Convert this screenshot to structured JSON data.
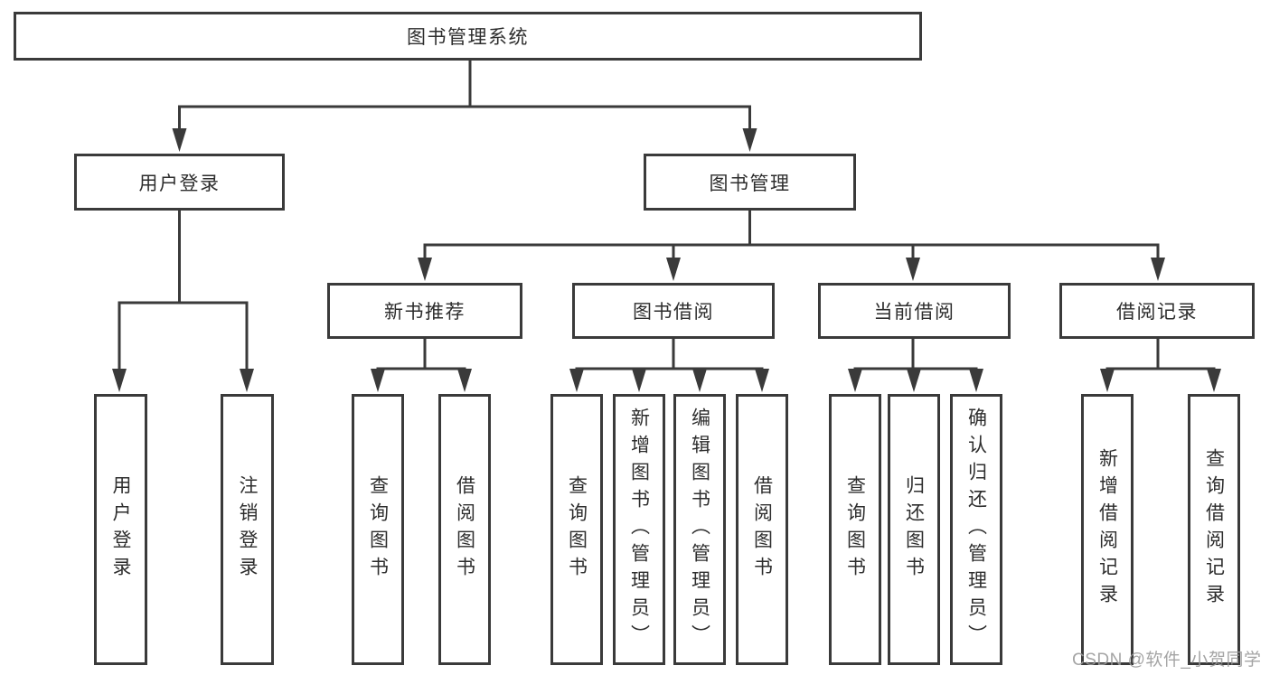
{
  "diagram": {
    "root": {
      "label": "图书管理系统"
    },
    "level2": [
      {
        "label": "用户登录"
      },
      {
        "label": "图书管理"
      }
    ],
    "level3": [
      {
        "label": "新书推荐"
      },
      {
        "label": "图书借阅"
      },
      {
        "label": "当前借阅"
      },
      {
        "label": "借阅记录"
      }
    ],
    "leaves": {
      "user_login": [
        "用户登录",
        "注销登录"
      ],
      "new_books": [
        "查询图书",
        "借阅图书"
      ],
      "book_borrow": [
        "查询图书",
        "新增图书（管理员）",
        "编辑图书（管理员）",
        "借阅图书"
      ],
      "current_borrow": [
        "查询图书",
        "归还图书",
        "确认归还（管理员）"
      ],
      "borrow_records": [
        "新增借阅记录",
        "查询借阅记录"
      ]
    }
  },
  "watermark": {
    "text": "CSDN @软件_小贺同学"
  },
  "colors": {
    "line": "#3a3a3a",
    "text": "#2d2d2d",
    "watermark_text": "#9b9b9b",
    "background": "#ffffff"
  }
}
